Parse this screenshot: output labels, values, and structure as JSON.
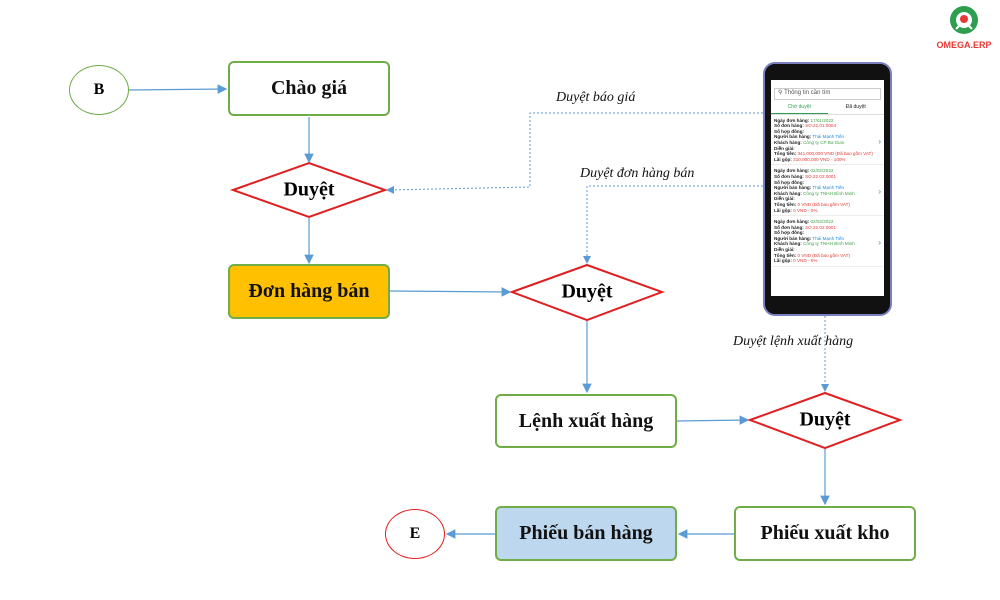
{
  "logo": {
    "text": "OMEGA.ERP",
    "colors": {
      "green": "#2e9e4f",
      "red": "#e53935"
    }
  },
  "nodes": {
    "start": "B",
    "quote": "Chào giá",
    "approve1": "Duyệt",
    "sales_order": "Đơn hàng bán",
    "approve2": "Duyệt",
    "export_order": "Lệnh xuất hàng",
    "approve3": "Duyệt",
    "warehouse_slip": "Phiếu xuất kho",
    "sales_slip": "Phiếu bán hàng",
    "end": "E"
  },
  "notes": {
    "quote_approval": "Duyệt báo giá",
    "order_approval": "Duyệt đơn hàng bán",
    "export_approval": "Duyệt lệnh xuất hàng"
  },
  "colors": {
    "box_border": "#70ad47",
    "diamond_border": "#e02020",
    "orange": "#ffc000",
    "blue": "#bdd7ee",
    "arrow": "#5b9bd5"
  },
  "phone": {
    "search_placeholder": "Thông tin cần tìm",
    "tabs": [
      "Chờ duyệt",
      "Đã duyệt"
    ],
    "labels": {
      "date": "Ngày đơn hàng:",
      "number": "Số đơn hàng:",
      "contract": "Số hợp đồng:",
      "seller": "Người bán hàng:",
      "customer": "Khách hàng:",
      "desc": "Diễn giải:",
      "total": "Tổng tiền:",
      "profit": "Lãi gộp:"
    },
    "orders": [
      {
        "date": "17/01/2022",
        "number": "SO.22.01.0004",
        "seller": "Thái Mạnh Tiến",
        "customer": "Công ty CP Ba Gian",
        "total": "341,000,000 VND (Đã bao gồm VAT)",
        "profit": "310,000,000 VND - 100%"
      },
      {
        "date": "02/02/2022",
        "number": "SO.22.02.0001",
        "seller": "Thái Mạnh Tiến",
        "customer": "Công ty TNHH Bình Minh",
        "total": "0 VND (Đã bao gồm VAT)",
        "profit": "0 VND - 0%"
      },
      {
        "date": "02/02/2022",
        "number": "SO.22.02.0001",
        "seller": "Thái Mạnh Tiến",
        "customer": "Công ty TNHH Bình Minh",
        "total": "0 VND (Đã bao gồm VAT)",
        "profit": "0 VND - 0%"
      }
    ]
  }
}
